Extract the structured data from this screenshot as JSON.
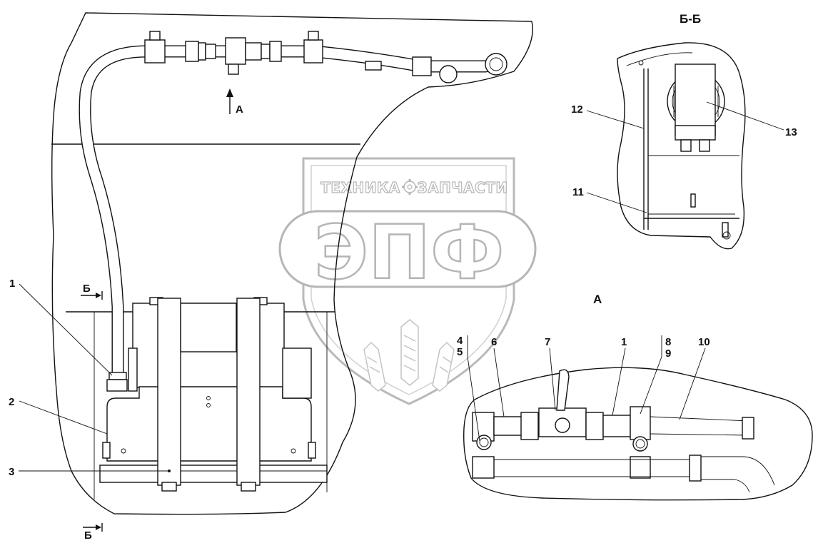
{
  "watermark": {
    "top_text_left": "ТЕХНИКА",
    "top_text_right": "ЗАПЧАСТИ",
    "main_text": "ЭПФ",
    "gear_icon": "gear-icon",
    "wheat_icon": "wheat-icon"
  },
  "views": {
    "section_title": "Б-Б",
    "detail_title": "А",
    "arrow_a_label": "А",
    "section_mark_top": "Б",
    "section_mark_bottom": "Б"
  },
  "callouts": {
    "c1_main": "1",
    "c2": "2",
    "c3": "3",
    "c4": "4",
    "c5": "5",
    "c6": "6",
    "c7": "7",
    "c1_detail": "1",
    "c8": "8",
    "c9": "9",
    "c10": "10",
    "c11": "11",
    "c12": "12",
    "c13": "13"
  }
}
